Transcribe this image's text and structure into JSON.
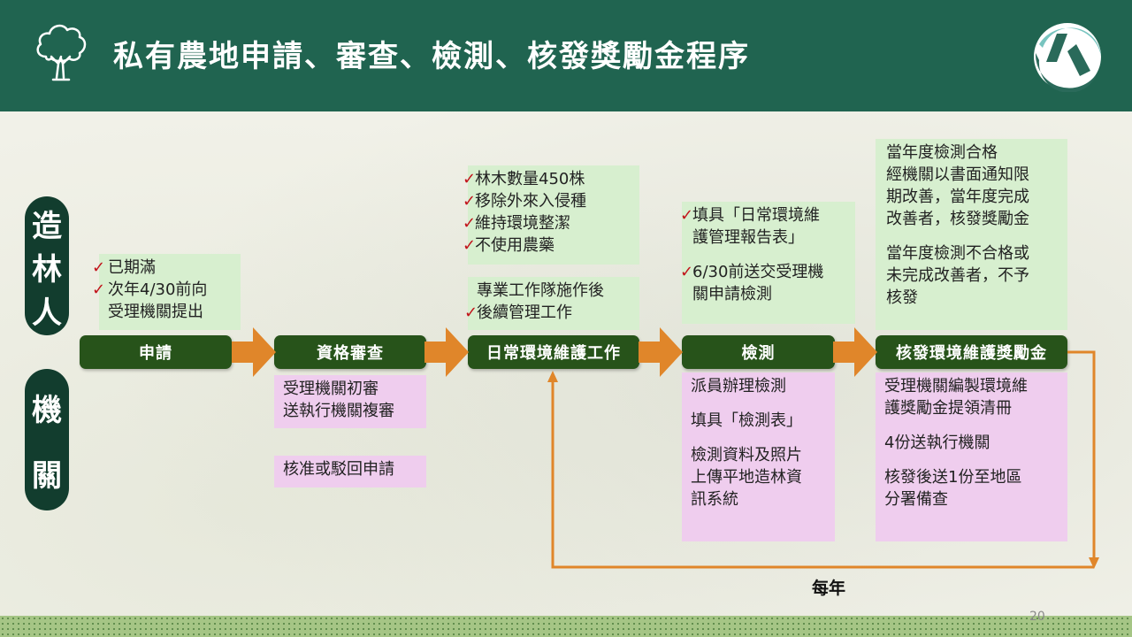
{
  "header": {
    "title": "私有農地申請、審查、檢測、核發獎勵金程序",
    "left_icon": "tree-icon",
    "right_logo": "circular-logo"
  },
  "roles": {
    "planter": [
      "造",
      "林",
      "人"
    ],
    "agency": [
      "機",
      "關"
    ]
  },
  "steps": [
    {
      "label": "申請"
    },
    {
      "label": "資格審查"
    },
    {
      "label": "日常環境維護工作"
    },
    {
      "label": "檢測"
    },
    {
      "label": "核發環境維護獎勵金"
    }
  ],
  "planter_notes": {
    "apply": [
      "已期滿",
      "次年4/30前向",
      "受理機關提出"
    ],
    "maintenance_checks": [
      "林木數量450株",
      "移除外來入侵種",
      "維持環境整潔",
      "不使用農藥"
    ],
    "maintenance_team": [
      "專業工作隊施作後",
      "後續管理工作"
    ],
    "inspection": [
      "填具「日常環境維",
      "護管理報告表」",
      "6/30前送交受理機",
      "關申請檢測"
    ],
    "reward": [
      "當年度檢測合格",
      "經機關以書面通知限",
      "期改善，當年度完成",
      "改善者，核發獎勵金",
      "當年度檢測不合格或",
      "未完成改善者，不予",
      "核發"
    ]
  },
  "agency_notes": {
    "review_1": [
      "受理機關初審",
      "送執行機關複審"
    ],
    "review_2": [
      "核准或駁回申請"
    ],
    "inspection": [
      "派員辦理檢測",
      "填具「檢測表」",
      "檢測資料及照片",
      "上傳平地造林資",
      "訊系統"
    ],
    "reward": [
      "受理機關編製環境維",
      "護獎勵金提領清冊",
      "4份送執行機關",
      "核發後送1份至地區",
      "分署備查"
    ]
  },
  "loop_label": "每年",
  "page_number": "20",
  "colors": {
    "header_bg": "#206450",
    "step_bg": "#27531a",
    "role_bg": "#123d2e",
    "arrow": "#e0862a",
    "note_green": "#d7efcf",
    "note_pink": "#efcdee",
    "check": "#c2121a"
  }
}
